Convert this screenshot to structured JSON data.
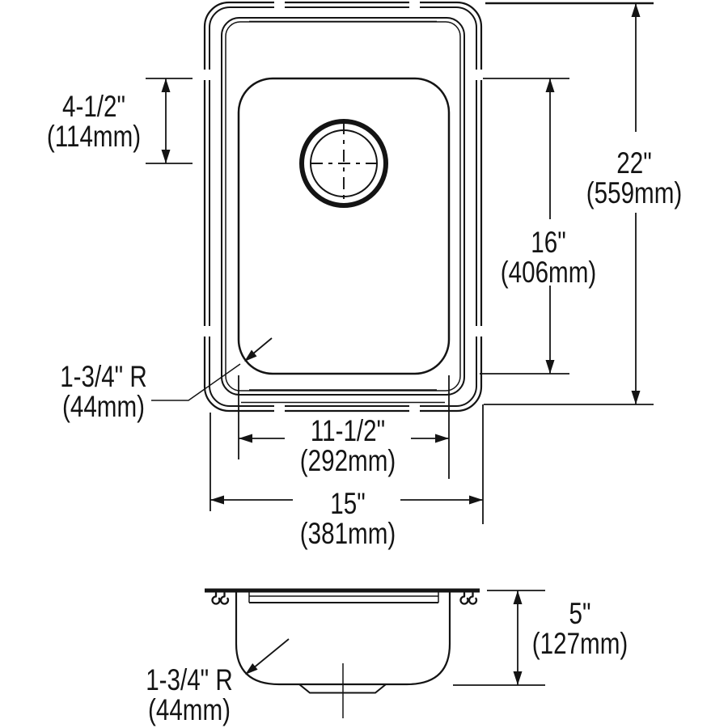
{
  "drawing": {
    "type": "technical-dimension-drawing",
    "subject": "single-bowl sink, top view and side section view",
    "colors": {
      "line": "#141414",
      "background": "#ffffff"
    }
  },
  "dims": {
    "drain_offset": {
      "value": "4-1/2\"",
      "metric": "(114mm)"
    },
    "overall_length": {
      "value": "22\"",
      "metric": "(559mm)"
    },
    "bowl_length": {
      "value": "16\"",
      "metric": "(406mm)"
    },
    "corner_radius_top": {
      "value": "1-3/4\" R",
      "metric": "(44mm)"
    },
    "bowl_width": {
      "value": "11-1/2\"",
      "metric": "(292mm)"
    },
    "overall_width": {
      "value": "15\"",
      "metric": "(381mm)"
    },
    "bowl_depth": {
      "value": "5\"",
      "metric": "(127mm)"
    },
    "corner_radius_side": {
      "value": "1-3/4\" R",
      "metric": "(44mm)"
    }
  }
}
